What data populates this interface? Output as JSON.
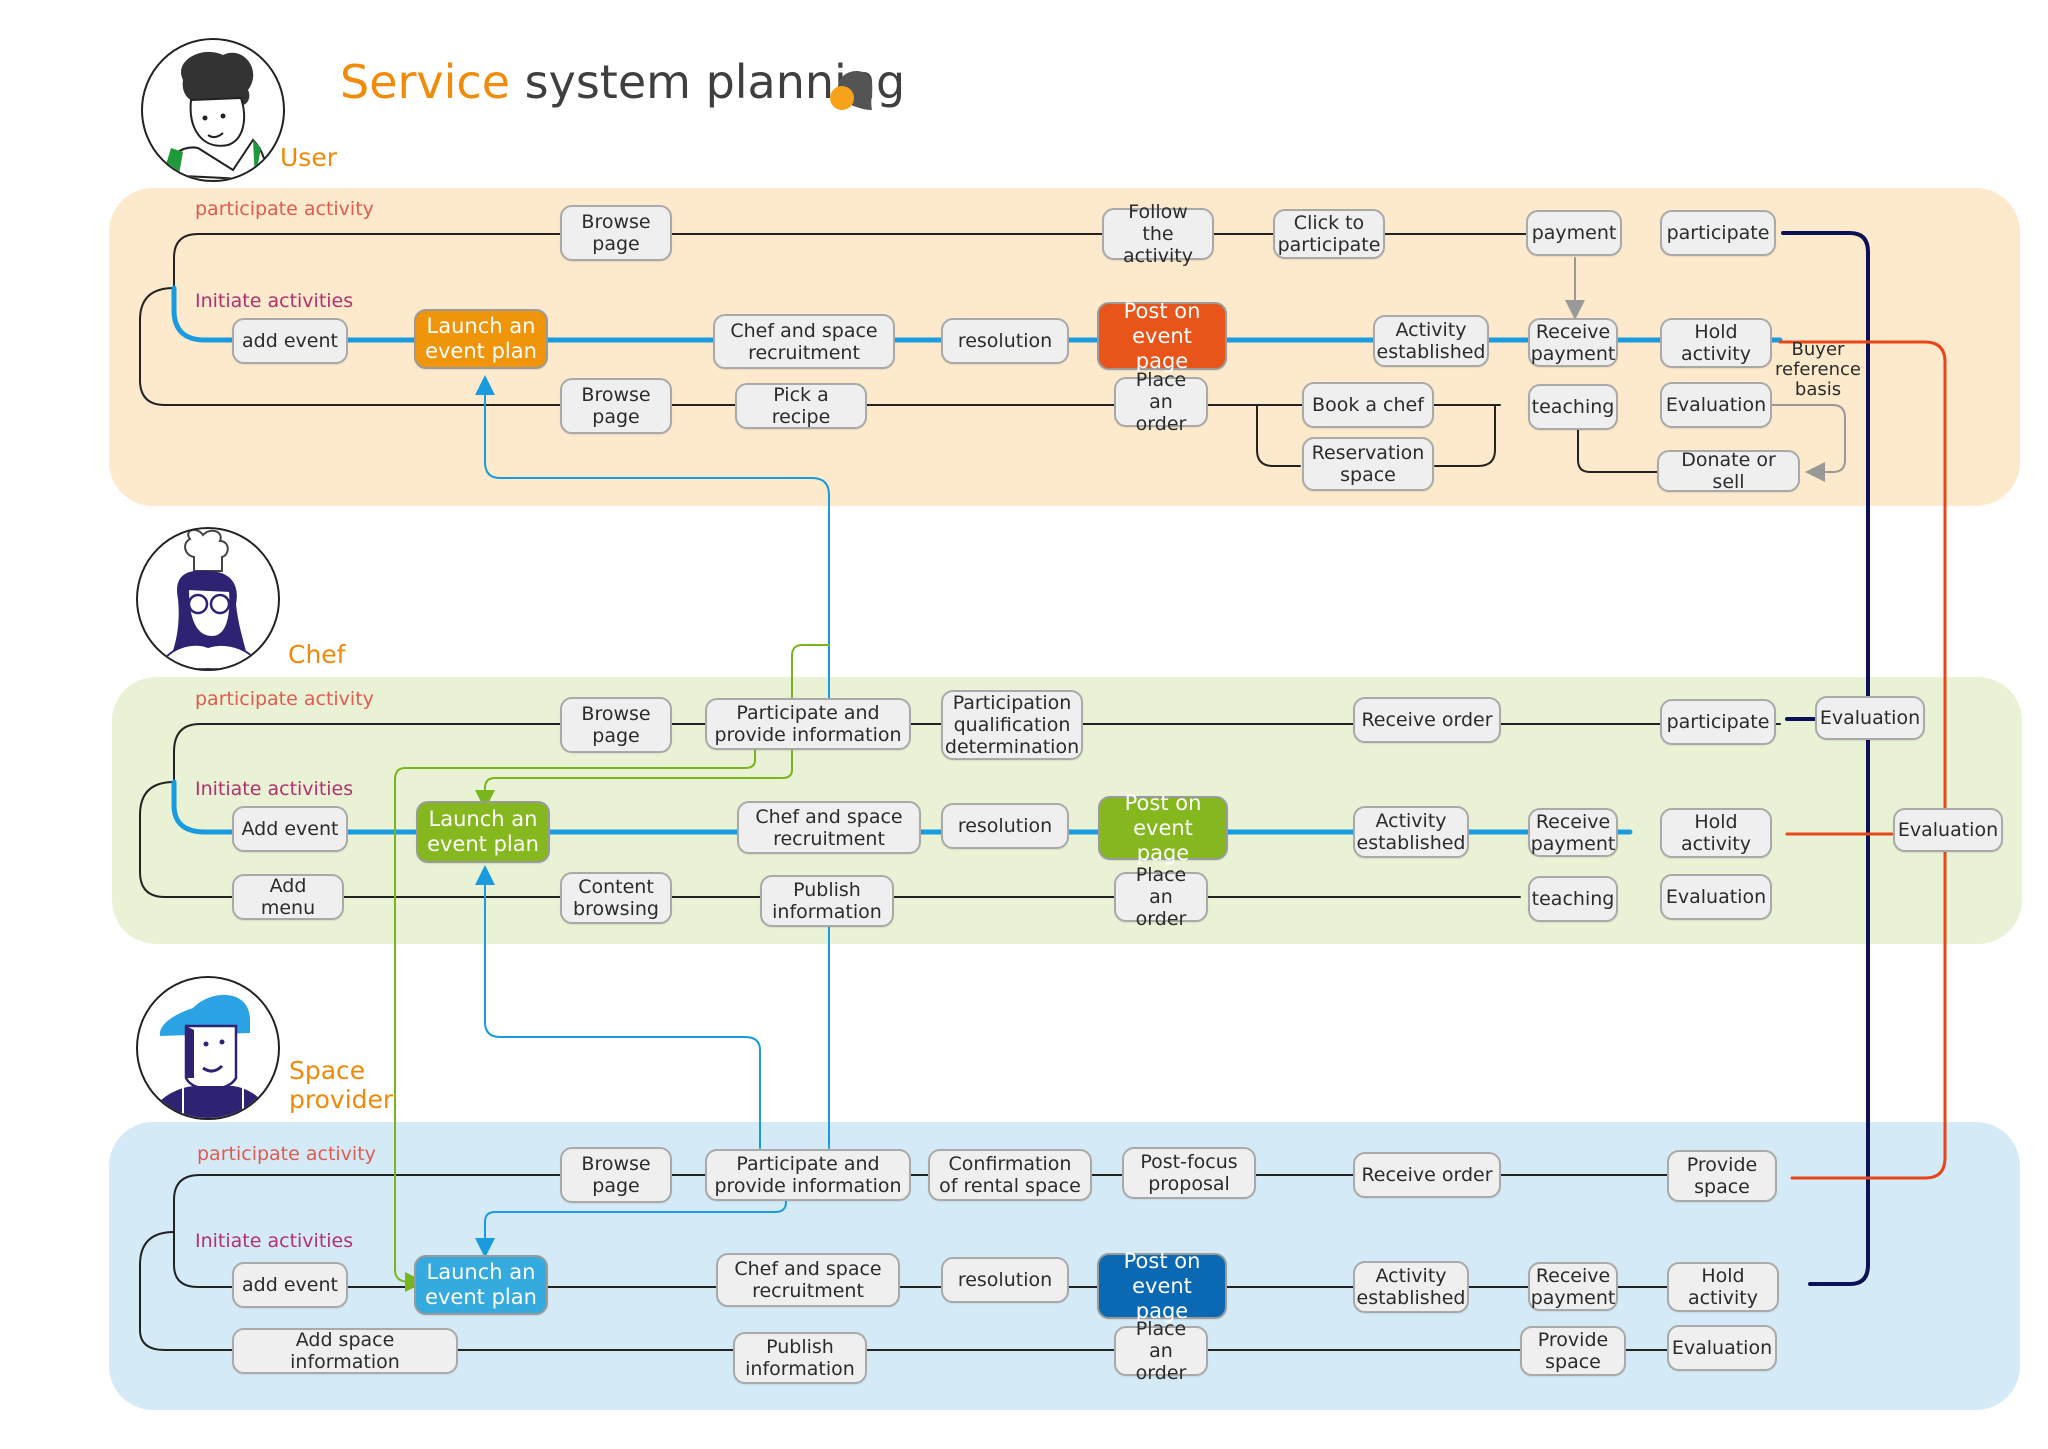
{
  "title": {
    "accent": "Service",
    "rest": "system planning",
    "logo_icon": "head-bubble-icon"
  },
  "colors": {
    "accent_orange": "#f08c0a",
    "user_panel": "#fde9cb",
    "chef_panel": "#e9f2d4",
    "space_panel": "#d4ebf7",
    "main_flow_blue": "#1a9be0",
    "navy_flow": "#0d1257",
    "red_flow": "#e8461a",
    "green_flow": "#7ab51d"
  },
  "lanes": {
    "participate": "participate activity",
    "initiate": "Initiate activities"
  },
  "roles": [
    {
      "name": "User",
      "avatar_icon": "user-avatar-icon",
      "participate_row": [
        "Browse\npage",
        "Follow the\nactivity",
        "Click to\nparticipate",
        "payment",
        "participate"
      ],
      "initiate_row": [
        "add event",
        "Launch an\nevent plan",
        "Chef and space\nrecruitment",
        "resolution",
        "Post on\nevent page",
        "Activity\nestablished",
        "Receive\npayment",
        "Hold\nactivity"
      ],
      "third_row": [
        "Browse\npage",
        "Pick a recipe",
        "Place an\norder",
        "Book a chef",
        "Reservation\nspace",
        "teaching",
        "Evaluation",
        "Donate or sell"
      ],
      "note": "Buyer\nreference\nbasis",
      "highlight_launch": "#f0940a",
      "highlight_post": "#e8541a"
    },
    {
      "name": "Chef",
      "avatar_icon": "chef-avatar-icon",
      "participate_row": [
        "Browse\npage",
        "Participate and\nprovide information",
        "Participation\nqualification\ndetermination",
        "Receive order",
        "participate",
        "Evaluation"
      ],
      "initiate_row": [
        "Add event",
        "Launch an\nevent plan",
        "Chef and space\nrecruitment",
        "resolution",
        "Post on\nevent page",
        "Activity\nestablished",
        "Receive\npayment",
        "Hold\nactivity",
        "Evaluation"
      ],
      "third_row": [
        "Add menu",
        "Content\nbrowsing",
        "Publish\ninformation",
        "Place an\norder",
        "teaching",
        "Evaluation"
      ],
      "highlight_launch": "#85b71f",
      "highlight_post": "#85b71f"
    },
    {
      "name": "Space\nprovider",
      "avatar_icon": "space-provider-avatar-icon",
      "participate_row": [
        "Browse\npage",
        "Participate and\nprovide information",
        "Confirmation\nof rental space",
        "Post-focus\nproposal",
        "Receive order",
        "Provide\nspace"
      ],
      "initiate_row": [
        "add event",
        "Launch an\nevent plan",
        "Chef and space\nrecruitment",
        "resolution",
        "Post on\nevent page",
        "Activity\nestablished",
        "Receive\npayment",
        "Hold\nactivity"
      ],
      "third_row": [
        "Add space information",
        "Publish\ninformation",
        "Place an\norder",
        "Provide\nspace",
        "Evaluation"
      ],
      "highlight_launch": "#35aadf",
      "highlight_post": "#0b68b3"
    }
  ]
}
